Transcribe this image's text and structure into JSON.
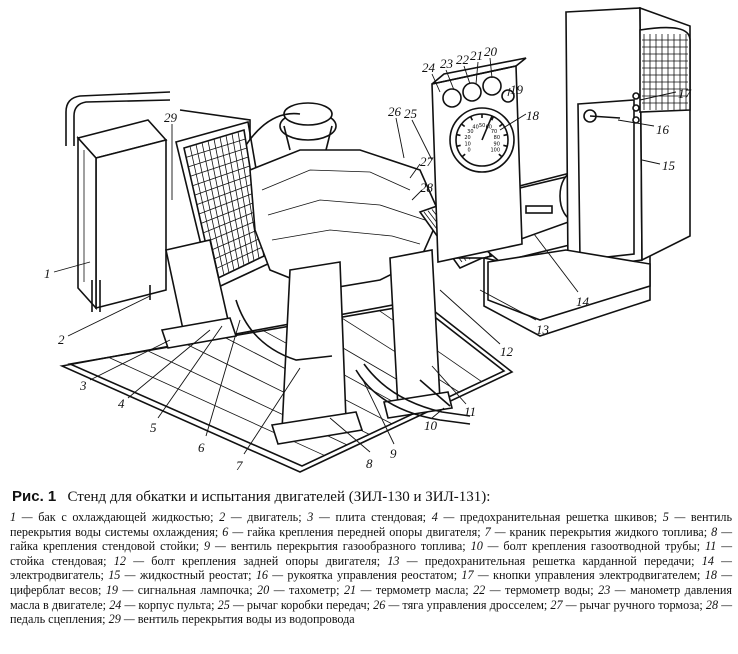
{
  "figure": {
    "callouts": [
      "1",
      "2",
      "3",
      "4",
      "5",
      "6",
      "7",
      "8",
      "9",
      "10",
      "11",
      "12",
      "13",
      "14",
      "15",
      "16",
      "17",
      "18",
      "19",
      "20",
      "21",
      "22",
      "23",
      "24",
      "25",
      "26",
      "27",
      "28",
      "29"
    ],
    "gauge_scale": [
      "0",
      "10",
      "20",
      "30",
      "40",
      "50",
      "60",
      "70",
      "80",
      "90",
      "100"
    ]
  },
  "caption": {
    "fig_label": "Рис. 1",
    "title": "Стенд для обкатки и испытания двигателей (ЗИЛ-130 и ЗИЛ-131):",
    "items": [
      {
        "num": "1",
        "text": "бак с охлаждающей жидкостью;"
      },
      {
        "num": "2",
        "text": "двигатель;"
      },
      {
        "num": "3",
        "text": "плита стендовая;"
      },
      {
        "num": "4",
        "text": "предохранительная решетка шкивов;"
      },
      {
        "num": "5",
        "text": "вентиль перекрытия воды системы охлаждения;"
      },
      {
        "num": "6",
        "text": "гайка крепления передней опоры двигателя;"
      },
      {
        "num": "7",
        "text": "краник перекрытия жидкого топлива;"
      },
      {
        "num": "8",
        "text": "гайка крепления стендовой стойки;"
      },
      {
        "num": "9",
        "text": "вентиль перекрытия газообразного топлива;"
      },
      {
        "num": "10",
        "text": "болт крепления газоотводной трубы;"
      },
      {
        "num": "11",
        "text": "стойка стендовая;"
      },
      {
        "num": "12",
        "text": "болт крепления задней опоры двигателя;"
      },
      {
        "num": "13",
        "text": "предохранительная решетка карданной передачи;"
      },
      {
        "num": "14",
        "text": "электродвигатель;"
      },
      {
        "num": "15",
        "text": "жидкостный реостат;"
      },
      {
        "num": "16",
        "text": "рукоятка управления реостатом;"
      },
      {
        "num": "17",
        "text": "кнопки управления электродвигателем;"
      },
      {
        "num": "18",
        "text": "циферблат весов;"
      },
      {
        "num": "19",
        "text": "сигнальная лампочка;"
      },
      {
        "num": "20",
        "text": "тахометр;"
      },
      {
        "num": "21",
        "text": "термометр масла;"
      },
      {
        "num": "22",
        "text": "термометр воды;"
      },
      {
        "num": "23",
        "text": "манометр давления масла в двигателе;"
      },
      {
        "num": "24",
        "text": "корпус пульта;"
      },
      {
        "num": "25",
        "text": "рычаг коробки передач;"
      },
      {
        "num": "26",
        "text": "тяга управления дросселем;"
      },
      {
        "num": "27",
        "text": "рычаг ручного тормоза;"
      },
      {
        "num": "28",
        "text": "педаль сцепления;"
      },
      {
        "num": "29",
        "text": "вентиль перекрытия воды из водопровода"
      }
    ]
  }
}
